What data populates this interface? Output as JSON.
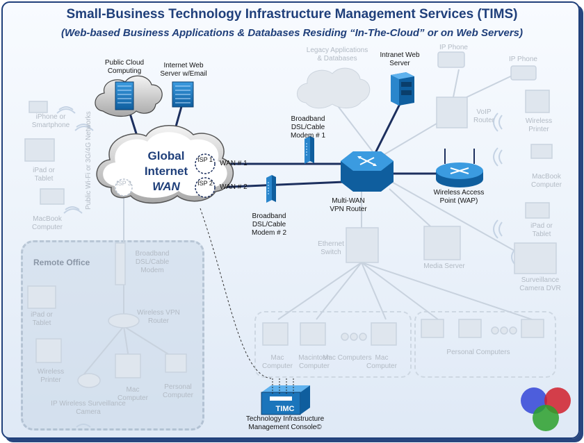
{
  "title": "Small-Business Technology Infrastructure Management Services (TIMS)",
  "subtitle": "(Web-based Business Applications & Databases Residing “In-The-Cloud” or on Web Servers)",
  "internet": {
    "line1": "Global",
    "line2": "Internet",
    "line3": "WAN"
  },
  "isp": {
    "isp1": "ISP 1",
    "isp2": "ISP 2",
    "isp3": "ISP 3"
  },
  "wan": {
    "wan1": "WAN # 1",
    "wan2": "WAN # 2"
  },
  "public_cloud": "Public Cloud Computing",
  "internet_web_server": "Internet Web Server w/Email",
  "legacy_apps": "Legacy Applications & Databases",
  "intranet_web_server": "Intranet Web Server",
  "ip_phone_1": "IP Phone",
  "ip_phone_2": "IP Phone",
  "voip_router": "VoIP Router",
  "wireless_printer_right": "Wireless Printer",
  "macbook_right": "MacBook Computer",
  "ipad_right": "iPad or Tablet",
  "surveillance_dvr": "Surveillance Camera DVR",
  "modem1": "Broadband DSL/Cable Modem # 1",
  "modem2": "Broadband DSL/Cable Modem # 2",
  "multiwan_router": "Multi-WAN VPN Router",
  "wap": "Wireless Access Point (WAP)",
  "ethernet_switch": "Ethernet Switch",
  "media_server": "Media Server",
  "iphone_left": "iPhone or Smartphone",
  "ipad_left": "iPad or Tablet",
  "macbook_left": "MacBook Computer",
  "wifi_networks": "Public Wi-Fi or 3G/4G Networks",
  "remote": {
    "title": "Remote Office",
    "modem": "Broadband DSL/Cable Modem",
    "router": "Wireless VPN Router",
    "ipad": "iPad or Tablet",
    "printer": "Wireless Printer",
    "mac": "Mac Computer",
    "pc": "Personal Computer",
    "camera": "IP Wireless Surveillance Camera"
  },
  "mac_group": {
    "mac1": "Mac Computer",
    "mac2": "Macintosh Computer",
    "mac3": "Mac Computers",
    "mac4": "Mac Computer"
  },
  "pc_group": "Personal Computers",
  "timc_badge": "TIMC",
  "timc_label": "Technology Infrastructure Management Console©",
  "colors": {
    "brand": "#1f3f7a",
    "router": "#1b75bb",
    "faded": "#c9d5e3",
    "venn_blue": "#3d4fd8",
    "venn_red": "#d0202c",
    "venn_green": "#2ca02c"
  }
}
